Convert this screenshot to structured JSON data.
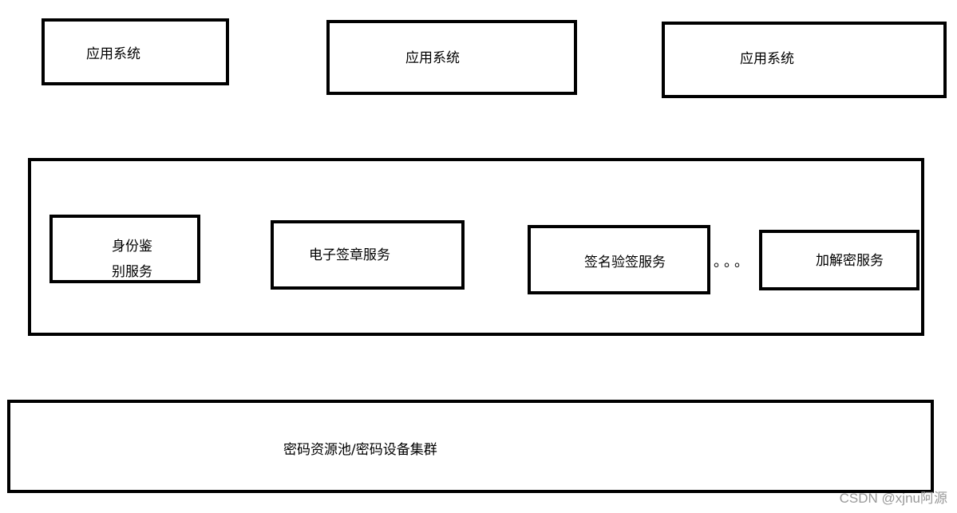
{
  "apps": [
    {
      "label": "应用系统"
    },
    {
      "label": "应用系统"
    },
    {
      "label": "应用系统"
    }
  ],
  "services": {
    "identity_line1": "身份鉴",
    "identity_line2": "别服务",
    "seal": "电子签章服务",
    "sign_verify": "签名验签服务",
    "ellipsis": "。。。",
    "encrypt_decrypt": "加解密服务"
  },
  "crypto_pool": {
    "label": "密码资源池/密码设备集群"
  },
  "watermark": "CSDN @xjnu阿源"
}
